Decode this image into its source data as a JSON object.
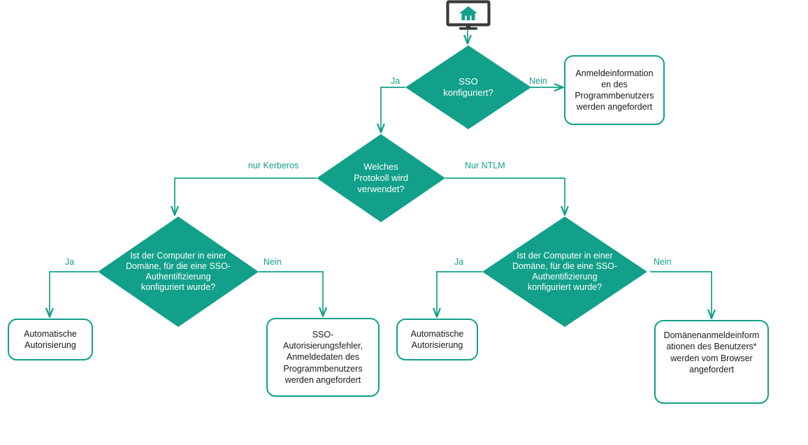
{
  "theme": {
    "accent": "#12A08A",
    "icon_frame": "#3A3A3A",
    "text_dark": "#1a1a1a",
    "text_on_accent": "#ffffff",
    "background": "#ffffff"
  },
  "diagram": {
    "type": "flowchart",
    "language": "de",
    "start_icon": "monitor-home-icon",
    "nodes": [
      {
        "id": "start",
        "kind": "start-icon",
        "label": ""
      },
      {
        "id": "sso-configured",
        "kind": "decision",
        "label": "SSO\nkonfiguriert?"
      },
      {
        "id": "program-user-credentials",
        "kind": "process",
        "label": "Anmeldeinformation\nen des\nProgrammbenutzers\nwerden angefordert"
      },
      {
        "id": "which-protocol",
        "kind": "decision",
        "label": "Welches\nProtokoll wird\nverwendet?"
      },
      {
        "id": "domain-check-kerberos",
        "kind": "decision",
        "label": "Ist der Computer in einer\nDomäne, für die eine SSO-\nAuthentifizierung\nkonfiguriert wurde?"
      },
      {
        "id": "domain-check-ntlm",
        "kind": "decision",
        "label": "Ist der Computer in einer\nDomäne, für die eine SSO-\nAuthentifizierung\nkonfiguriert wurde?"
      },
      {
        "id": "auto-auth-left",
        "kind": "process",
        "label": "Automatische\nAutorisierung"
      },
      {
        "id": "sso-error",
        "kind": "process",
        "label": "SSO-\nAutorisierungsfehler,\nAnmeldedaten des\nProgrammbenutzers\nwerden angefordert"
      },
      {
        "id": "auto-auth-right",
        "kind": "process",
        "label": "Automatische\nAutorisierung"
      },
      {
        "id": "domain-credentials-browser",
        "kind": "process",
        "label": "Domänenanmeldeinform\nationen des Benutzers*\nwerden vom Browser\nangefordert"
      }
    ],
    "edges": [
      {
        "id": "e-start-sso",
        "from": "start",
        "to": "sso-configured",
        "label": ""
      },
      {
        "id": "e-sso-ja",
        "from": "sso-configured",
        "to": "which-protocol",
        "label": "Ja"
      },
      {
        "id": "e-sso-nein",
        "from": "sso-configured",
        "to": "program-user-credentials",
        "label": "Nein"
      },
      {
        "id": "e-proto-kerberos",
        "from": "which-protocol",
        "to": "domain-check-kerberos",
        "label": "nur Kerberos"
      },
      {
        "id": "e-proto-ntlm",
        "from": "which-protocol",
        "to": "domain-check-ntlm",
        "label": "Nur NTLM"
      },
      {
        "id": "e-kerb-ja",
        "from": "domain-check-kerberos",
        "to": "auto-auth-left",
        "label": "Ja"
      },
      {
        "id": "e-kerb-nein",
        "from": "domain-check-kerberos",
        "to": "sso-error",
        "label": "Nein"
      },
      {
        "id": "e-ntlm-ja",
        "from": "domain-check-ntlm",
        "to": "auto-auth-right",
        "label": "Ja"
      },
      {
        "id": "e-ntlm-nein",
        "from": "domain-check-ntlm",
        "to": "domain-credentials-browser",
        "label": "Nein"
      }
    ]
  }
}
